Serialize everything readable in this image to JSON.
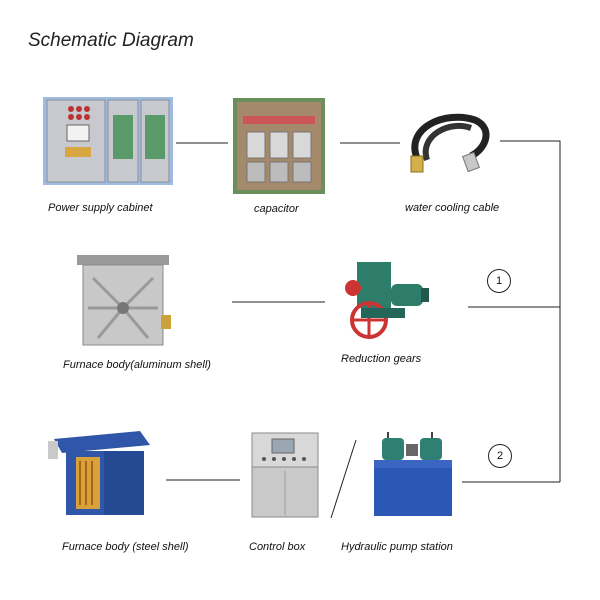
{
  "title": "Schematic Diagram",
  "components": {
    "power_supply_cabinet": "Power supply cabinet",
    "capacitor": "capacitor",
    "water_cooling_cable": "water cooling cable",
    "furnace_body_aluminum": "Furnace body(aluminum shell)",
    "reduction_gears": "Reduction gears",
    "furnace_body_steel": "Furnace body (steel shell)",
    "control_box": "Control box",
    "hydraulic_pump_station": "Hydraulic pump station"
  },
  "markers": {
    "one": "1",
    "two": "2"
  },
  "colors": {
    "line": "#222222",
    "cabinet": "#8aa9d0",
    "gear_teal": "#2e7d6b",
    "furnace_blue": "#2f56a8",
    "pump_blue": "#2b57b5",
    "control_gray": "#c9c9c9"
  }
}
